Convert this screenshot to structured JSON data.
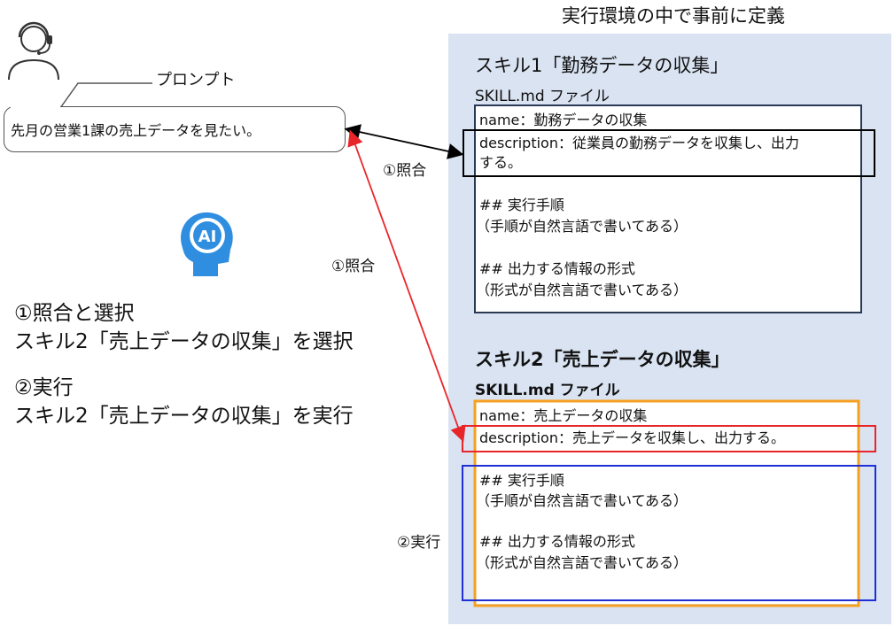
{
  "header": "実行環境の中で事前に定義",
  "prompt": {
    "label": "プロンプト",
    "text": "先月の営業1課の売上データを見たい。"
  },
  "skill1": {
    "title": "スキル1「勤務データの収集」",
    "file": "SKILL.md ファイル",
    "name": "name：勤務データの収集",
    "description": "description：従業員の勤務データを収集し、出力",
    "description_cont": "する。",
    "steps_heading": "## 実行手順",
    "steps_note": "（手順が自然言語で書いてある）",
    "format_heading": "## 出力する情報の形式",
    "format_note": "（形式が自然言語で書いてある）"
  },
  "skill2": {
    "title": "スキル2「売上データの収集」",
    "file": "SKILL.md ファイル",
    "name": "name：売上データの収集",
    "description": "description：売上データを収集し、出力する。",
    "steps_heading": "## 実行手順",
    "steps_note": "（手順が自然言語で書いてある）",
    "format_heading": "## 出力する情報の形式",
    "format_note": "（形式が自然言語で書いてある）"
  },
  "labels": {
    "match_black": "①照合",
    "match_red": "①照合",
    "execute": "②実行"
  },
  "summary": {
    "step1_title": "①照合と選択",
    "step1_detail": "スキル2「売上データの収集」を選択",
    "step2_title": "②実行",
    "step2_detail": "スキル2「売上データの収集」を実行"
  },
  "ai_icon_text": "AI",
  "colors": {
    "panel": "#d9e3f2",
    "red": "#e8262a",
    "orange": "#f5a020",
    "blue": "#1f2fd6",
    "ai_blue": "#2f8ee0"
  }
}
